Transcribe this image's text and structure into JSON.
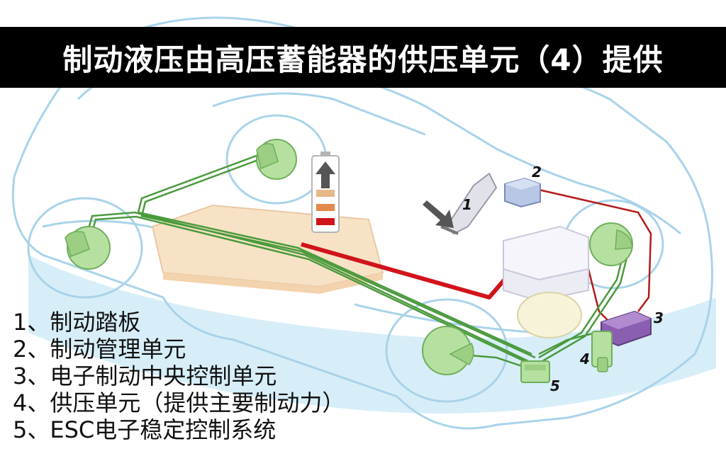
{
  "title": "制动液压由高压蓄能器的供压单元（4）提供",
  "callouts": [
    "1",
    "2",
    "3",
    "4",
    "5"
  ],
  "legend": [
    "1、制动踏板",
    "2、制动管理单元",
    "3、电子制动中央控制单元",
    "4、供压单元（提供主要制动力）",
    "5、ESC电子稳定控制系统"
  ],
  "colors": {
    "title_bg": "#000000",
    "title_text": "#ffffff",
    "car_outline": "#a9d3ea",
    "brake_line_green": "#4a9a3c",
    "wheel_green": "#b5e0a0",
    "electric_red": "#d0141a",
    "battery_orange": "#f3c58c",
    "control_unit_purple": "#8a5fb2",
    "ground_shadow": "#bfe3f3"
  },
  "icons": [
    "arrow-up-icon",
    "pedal-press-arrow-icon",
    "battery-level-icon"
  ]
}
